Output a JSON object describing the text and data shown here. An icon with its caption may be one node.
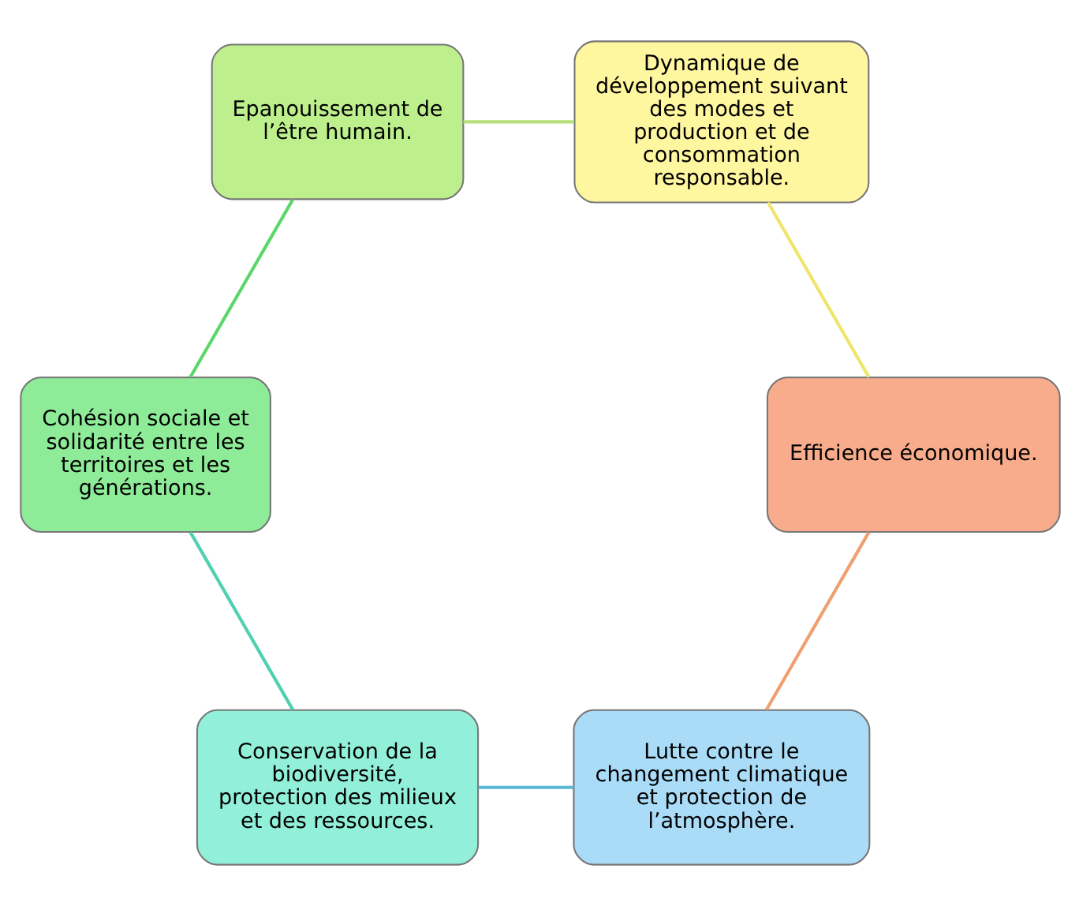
{
  "diagram": {
    "nodes": [
      {
        "text": [
          "Lutte contre le changement climatique et protection de l’atmosphère."
        ]
      },
      {
        "text": [
          "Conservation de la biodiversité, protection des milieux et des ressources."
        ]
      },
      {
        "text": [
          "Cohésion sociale et solidarité entre les territoires et les générations."
        ]
      },
      {
        "text": [
          "Epanouissement de l’être humain."
        ]
      },
      {
        "text": [
          "Dynamique de développement suivant des modes et production et de consommation responsable."
        ]
      },
      {
        "text": [
          "Efficience économique."
        ]
      }
    ],
    "edges": [
      {
        "from": 0,
        "to": 1,
        "arrow": "none",
        "color": "#5bb8d6"
      },
      {
        "from": 1,
        "to": 2,
        "arrow": "none",
        "color": "#4fd1b0"
      },
      {
        "from": 2,
        "to": 3,
        "arrow": "none",
        "color": "#5cd66a"
      },
      {
        "from": 3,
        "to": 4,
        "arrow": "none",
        "color": "#b6e07a"
      },
      {
        "from": 4,
        "to": 5,
        "arrow": "none",
        "color": "#efe56a"
      },
      {
        "from": 5,
        "to": 0,
        "arrow": "none",
        "color": "#f0a070"
      }
    ]
  }
}
